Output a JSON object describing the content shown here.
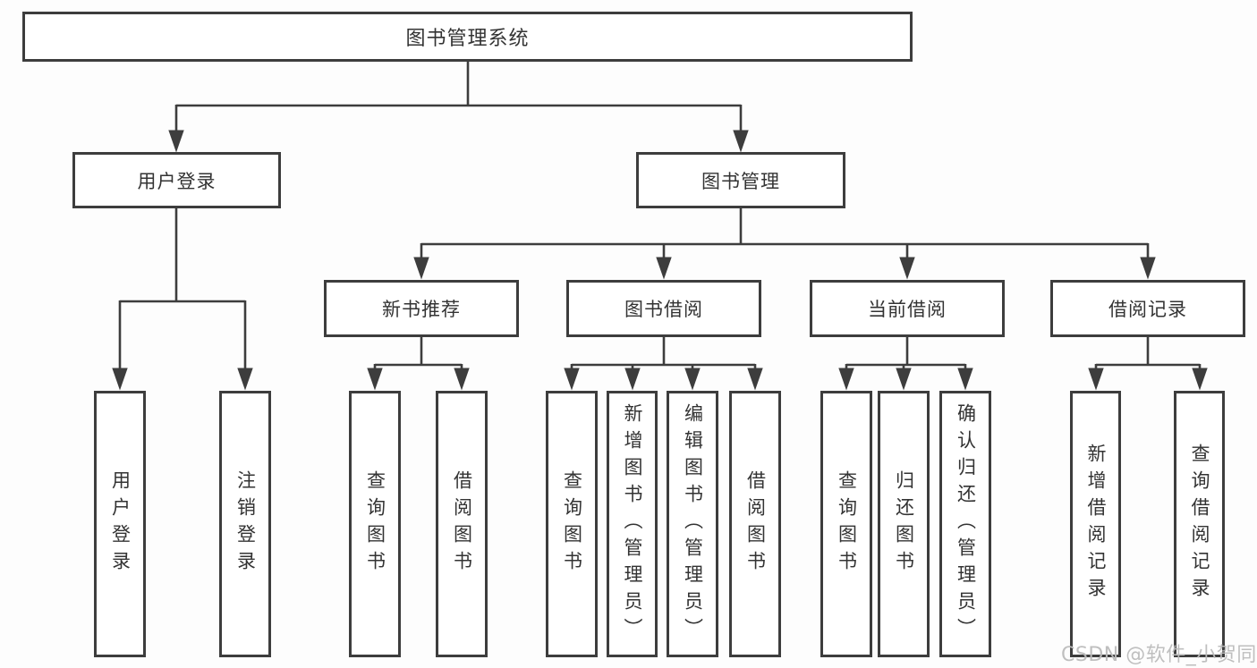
{
  "diagram": {
    "root": {
      "label": "图书管理系统"
    },
    "level2": {
      "user_login": {
        "label": "用户登录"
      },
      "book_management": {
        "label": "图书管理"
      }
    },
    "level3": {
      "new_book_recommend": {
        "label": "新书推荐"
      },
      "book_borrow": {
        "label": "图书借阅"
      },
      "current_borrow": {
        "label": "当前借阅"
      },
      "borrow_records": {
        "label": "借阅记录"
      }
    },
    "leaves": {
      "user_login": [
        "用户登录",
        "注销登录"
      ],
      "new_book_recommend": [
        "查询图书",
        "借阅图书"
      ],
      "book_borrow": [
        "查询图书",
        "新增图书（管理员）",
        "编辑图书（管理员）",
        "借阅图书"
      ],
      "current_borrow": [
        "查询图书",
        "归还图书",
        "确认归还（管理员）"
      ],
      "borrow_records": [
        "新增借阅记录",
        "查询借阅记录"
      ]
    }
  },
  "watermark": {
    "text": "CSDN @软件_小贺同学"
  },
  "colors": {
    "line": "#3d3d3d",
    "box_border": "#3d3d3d",
    "text": "#333333",
    "watermark": "#bcbcbc",
    "background": "#ffffff"
  }
}
